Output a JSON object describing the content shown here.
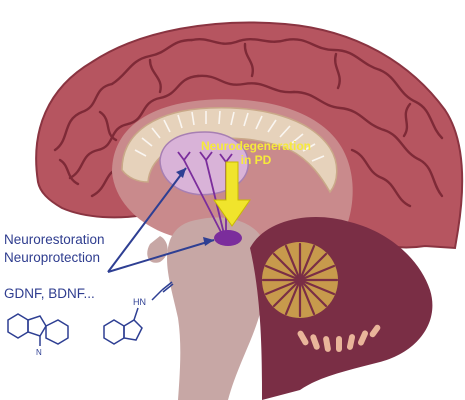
{
  "labels": {
    "neurodegeneration_line1": "Neurodegeneration",
    "neurodegeneration_line2": "in PD",
    "neurorestoration": "Neurorestoration",
    "neuroprotection": "Neuroprotection",
    "growth_factors": "GDNF, BDNF...",
    "nh_label": "HN"
  },
  "colors": {
    "background": "#ffffff",
    "cortex_fill": "#b65560",
    "gyri_line": "#7e2a37",
    "inner_fill": "#c98a8c",
    "corpus_callosum": "#e6d2bb",
    "brainstem": "#c7a7a5",
    "cerebellum_bg": "#7a2e45",
    "cerebellum_folia": "#c79a4c",
    "thalamus": "#d9b3d8",
    "substantia_nigra": "#7b2d9c",
    "arrow_blue": "#2e3f93",
    "label_blue": "#2f3d8f",
    "arrow_yellow": "#f0e42c",
    "label_yellow": "#f6ea3a"
  },
  "icons": [
    "brain-sagittal-section",
    "beta-carboline-molecule",
    "rasagiline-molecule",
    "yellow-down-arrow"
  ]
}
